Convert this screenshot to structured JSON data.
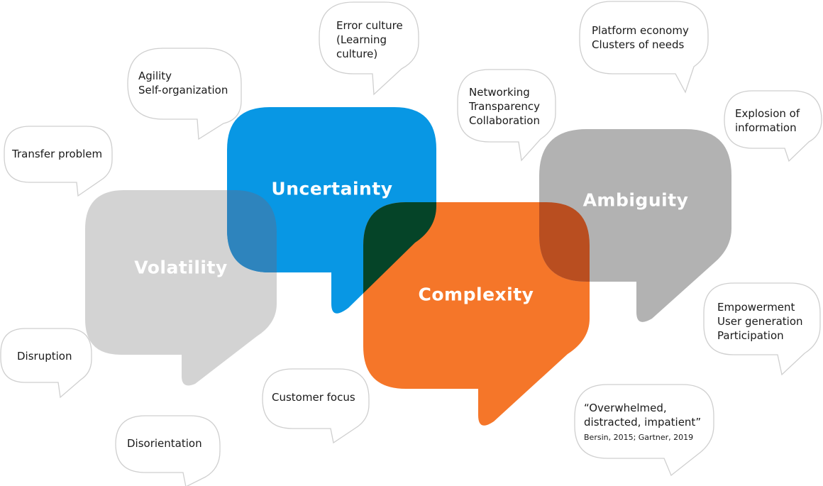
{
  "colors": {
    "volatility": "#d3d3d3",
    "uncertainty": "#0897e4",
    "complexity": "#f57629",
    "ambiguity": "#b2b2b2",
    "overlap_blue_orange": "#054428",
    "overlap_gray_blue": "#2e84bd",
    "overlap_orange_gray": "#b94e20",
    "small_bubble_stroke": "#cfcfcf"
  },
  "main_bubbles": {
    "volatility": "Volatility",
    "uncertainty": "Uncertainty",
    "complexity": "Complexity",
    "ambiguity": "Ambiguity"
  },
  "small_bubbles": {
    "agility": {
      "lines": [
        "Agility",
        "Self-organization"
      ]
    },
    "error_culture": {
      "lines": [
        "Error culture",
        "(Learning",
        "culture)"
      ]
    },
    "platform_economy": {
      "lines": [
        "Platform economy",
        "Clusters of needs"
      ]
    },
    "networking": {
      "lines": [
        "Networking",
        "Transparency",
        "Collaboration"
      ]
    },
    "explosion": {
      "lines": [
        "Explosion of",
        "information"
      ]
    },
    "transfer_problem": {
      "lines": [
        "Transfer problem"
      ]
    },
    "empowerment": {
      "lines": [
        "Empowerment",
        "User generation",
        "Participation"
      ]
    },
    "disruption": {
      "lines": [
        "Disruption"
      ]
    },
    "customer_focus": {
      "lines": [
        "Customer focus"
      ]
    },
    "overwhelmed": {
      "lines": [
        "“Overwhelmed,",
        "distracted, impatient”"
      ],
      "citation": "Bersin, 2015; Gartner, 2019"
    },
    "disorientation": {
      "lines": [
        "Disorientation"
      ]
    }
  }
}
